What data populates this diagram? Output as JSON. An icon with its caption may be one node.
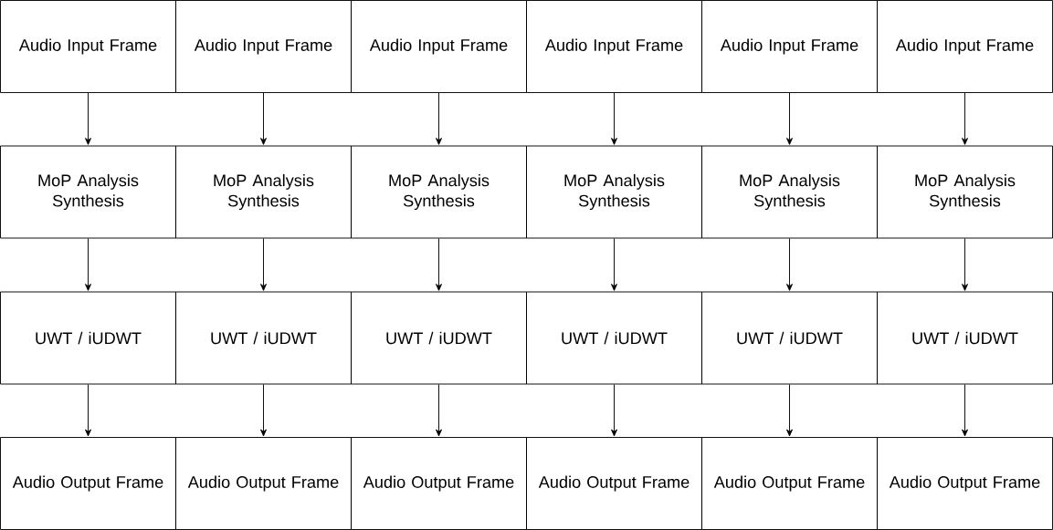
{
  "diagram": {
    "nodes": [
      {
        "text": [
          "Audio Input Frame"
        ]
      },
      {
        "text": [
          "Audio Input Frame"
        ]
      },
      {
        "text": [
          "Audio Input Frame"
        ]
      },
      {
        "text": [
          "Audio Input Frame"
        ]
      },
      {
        "text": [
          "Audio Input Frame"
        ]
      },
      {
        "text": [
          "Audio Input Frame"
        ]
      },
      {
        "text": [
          "MoP Analysis Synthesis"
        ]
      },
      {
        "text": [
          "MoP Analysis Synthesis"
        ]
      },
      {
        "text": [
          "MoP Analysis Synthesis"
        ]
      },
      {
        "text": [
          "MoP Analysis Synthesis"
        ]
      },
      {
        "text": [
          "MoP Analysis Synthesis"
        ]
      },
      {
        "text": [
          "MoP Analysis Synthesis"
        ]
      },
      {
        "text": [
          "UWT / iUDWT"
        ]
      },
      {
        "text": [
          "UWT / iUDWT"
        ]
      },
      {
        "text": [
          "UWT / iUDWT"
        ]
      },
      {
        "text": [
          "UWT / iUDWT"
        ]
      },
      {
        "text": [
          "UWT / iUDWT"
        ]
      },
      {
        "text": [
          "UWT / iUDWT"
        ]
      },
      {
        "text": [
          "Audio Output Frame"
        ]
      },
      {
        "text": [
          "Audio Output Frame"
        ]
      },
      {
        "text": [
          "Audio Output Frame"
        ]
      },
      {
        "text": [
          "Audio Output Frame"
        ]
      },
      {
        "text": [
          "Audio Output Frame"
        ]
      },
      {
        "text": [
          "Audio Output Frame"
        ]
      }
    ],
    "edges": [
      {
        "from": 0,
        "to": 6,
        "arrow": "to"
      },
      {
        "from": 1,
        "to": 7,
        "arrow": "to"
      },
      {
        "from": 2,
        "to": 8,
        "arrow": "to"
      },
      {
        "from": 3,
        "to": 9,
        "arrow": "to"
      },
      {
        "from": 4,
        "to": 10,
        "arrow": "to"
      },
      {
        "from": 5,
        "to": 11,
        "arrow": "to"
      },
      {
        "from": 6,
        "to": 12,
        "arrow": "to"
      },
      {
        "from": 7,
        "to": 13,
        "arrow": "to"
      },
      {
        "from": 8,
        "to": 14,
        "arrow": "to"
      },
      {
        "from": 9,
        "to": 15,
        "arrow": "to"
      },
      {
        "from": 10,
        "to": 16,
        "arrow": "to"
      },
      {
        "from": 11,
        "to": 17,
        "arrow": "to"
      },
      {
        "from": 12,
        "to": 18,
        "arrow": "to"
      },
      {
        "from": 13,
        "to": 19,
        "arrow": "to"
      },
      {
        "from": 14,
        "to": 20,
        "arrow": "to"
      },
      {
        "from": 15,
        "to": 21,
        "arrow": "to"
      },
      {
        "from": 16,
        "to": 22,
        "arrow": "to"
      },
      {
        "from": 17,
        "to": 23,
        "arrow": "to"
      }
    ]
  }
}
